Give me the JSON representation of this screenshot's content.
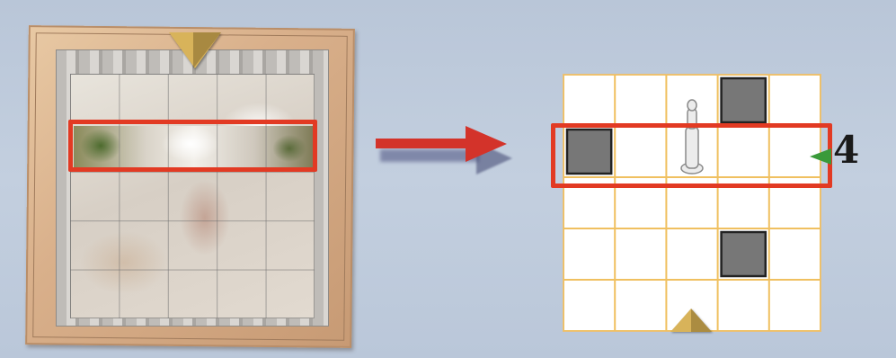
{
  "left_board": {
    "highlighted_row_index": 1
  },
  "schematic": {
    "rows": 5,
    "cols": 5,
    "grid_line_color": "#f0c060",
    "obstacle_color": "#777777",
    "highlight_color": "#e23a23",
    "obstacles": [
      {
        "row": 0,
        "col": 3
      },
      {
        "row": 1,
        "col": 0
      },
      {
        "row": 3,
        "col": 3
      }
    ],
    "pawn": {
      "row": 1,
      "col": 2,
      "icon": "white-pawn-icon"
    },
    "highlighted_row_index": 1,
    "row_marker": {
      "label": "4",
      "icon": "green-triangle-marker-icon",
      "color": "#3a9a3a"
    },
    "entry_pointer": {
      "icon": "gold-pyramid-pointer-icon",
      "color": "#d8b35a"
    }
  },
  "arrow": {
    "icon": "right-arrow-icon",
    "color": "#d3332a"
  }
}
